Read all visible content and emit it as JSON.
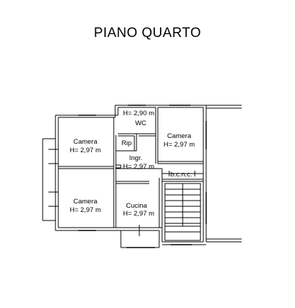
{
  "plan": {
    "title": "PIANO QUARTO",
    "rooms": {
      "wc": {
        "height": "H= 2,90 m",
        "name": "WC"
      },
      "rip": {
        "name": "Rip"
      },
      "camera_top_left": {
        "name": "Camera",
        "height": "H= 2,97 m"
      },
      "camera_top_right": {
        "name": "Camera",
        "height": "H= 2,97 m"
      },
      "ingresso": {
        "name": "Ingr.",
        "height": "H= 2,97 m"
      },
      "bcnc": {
        "name": "b.c.n.c."
      },
      "camera_bottom_left": {
        "name": "Camera",
        "height": "H= 2,97 m"
      },
      "cucina": {
        "name": "Cucina",
        "height": "H= 2,97 m"
      }
    }
  }
}
